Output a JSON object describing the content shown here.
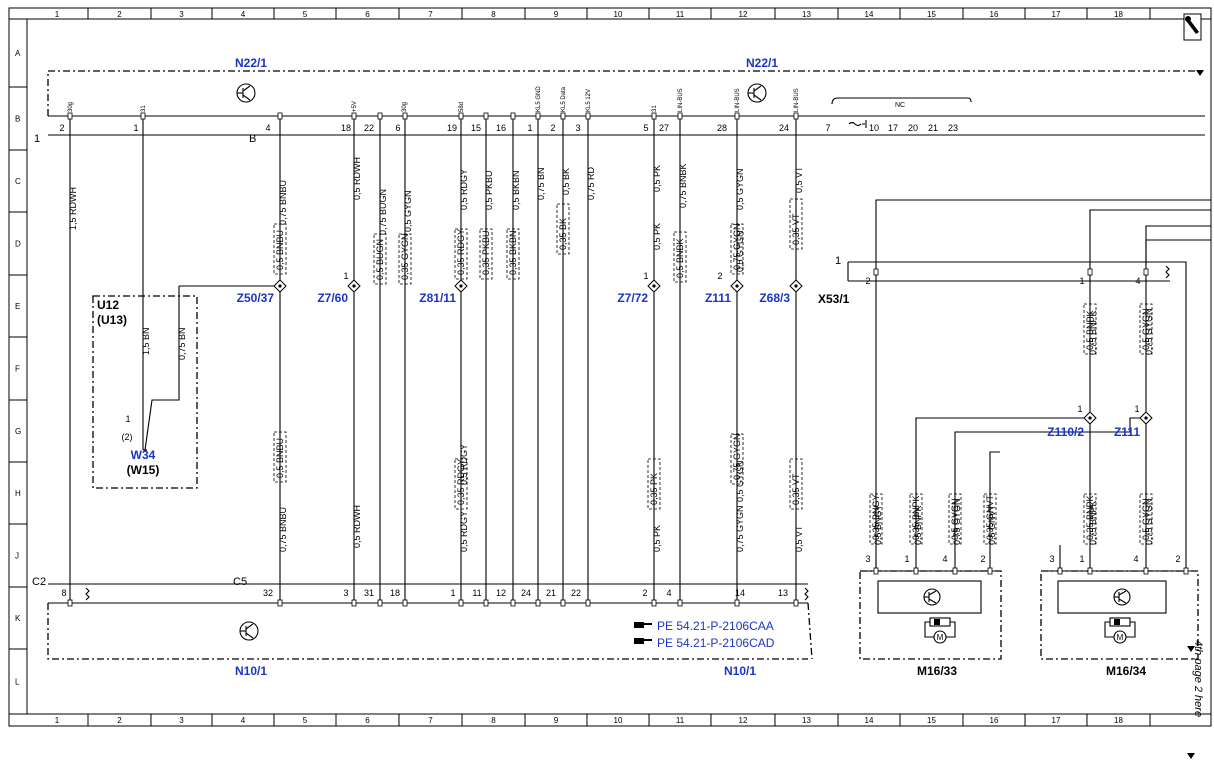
{
  "grid": {
    "cols": [
      "1",
      "2",
      "3",
      "4",
      "5",
      "6",
      "7",
      "8",
      "9",
      "10",
      "11",
      "12",
      "13",
      "14",
      "15",
      "16",
      "17",
      "18"
    ],
    "rows": [
      "A",
      "B",
      "C",
      "D",
      "E",
      "F",
      "G",
      "H",
      "J",
      "K",
      "L"
    ]
  },
  "components": {
    "n22_left": "N22/1",
    "n22_right": "N22/1",
    "n10_left": "N10/1",
    "n10_right": "N10/1",
    "u12": "U12",
    "u13": "(U13)",
    "w34": "W34",
    "w15": "(W15)",
    "x53": "X53/1",
    "m1633": "M16/33",
    "m1634": "M16/34",
    "c2": "C2",
    "c5": "C5",
    "conn1": "1",
    "connB": "B",
    "x53_pin": "1"
  },
  "refs": {
    "ref1": "PE 54.21-P-2106CAA",
    "ref2": "PE 54.21-P-2106CAD"
  },
  "page_note": "4th page 2 here",
  "nc_label": "NC",
  "pins_top": [
    "2",
    "1",
    "4",
    "18",
    "22",
    "6",
    "19",
    "15",
    "16",
    "1",
    "2",
    "3",
    "5",
    "27",
    "28",
    "24",
    "7",
    "10",
    "17",
    "20",
    "21",
    "23"
  ],
  "pin_labels_top": [
    "30g",
    "31",
    "+5V",
    "30g",
    "58d",
    "KL5 GND",
    "KL5 Data",
    "KL5 12V",
    "31",
    "LIN-BUS",
    "LIN-BUS",
    "LIN-BUS"
  ],
  "pins_bottom": [
    "8",
    "32",
    "3",
    "31",
    "18",
    "1",
    "11",
    "12",
    "24",
    "21",
    "22",
    "2",
    "4",
    "14",
    "13"
  ],
  "splices": [
    "Z50/37",
    "Z7/60",
    "Z81/11",
    "Z7/72",
    "Z111",
    "Z68/3",
    "Z110/2",
    "Z111"
  ],
  "splice_pins": [
    "1",
    "1",
    "2"
  ],
  "x53_pins": [
    "2",
    "1",
    "4"
  ],
  "z_pins": [
    "1",
    "1"
  ],
  "w34_pins": [
    "1",
    "(2)"
  ],
  "motor_pins": [
    "3",
    "1",
    "4",
    "2",
    "3",
    "1",
    "4",
    "2"
  ],
  "wires": {
    "w_30g": "1,5 RDWH",
    "w_u12a": "1,5 BN",
    "w_u12b": "0,75 BN",
    "w_bnbu_t": "0,75 BNBU",
    "w_bnbu_d": "0,5 BNBU",
    "w_bnbu_g": "0,5 BNBU",
    "w_bnbu_j": "0,75 BNBU",
    "w_rdwh_t": "0,5 RDWH",
    "w_rdwh_b": "0,5 RDWH",
    "w_bugn_t": "0,75 BUGN",
    "w_bugn_d": "0,5 BUGN",
    "w_gygn_t": "0,5 GYGN",
    "w_gygn_d": "0,35 GYGN",
    "w_rdgy_t": "0,5 RDGY",
    "w_rdgy_d": "0,35 RDGY",
    "w_rdgy_g": "0,5 RDGY",
    "w_rdgy_h": "0,35 RDGY",
    "w_rdgy_j": "0,5 RDGY",
    "w_pkbu_t": "0,5 PKBU",
    "w_pkbu_d": "0,35 PKBU",
    "w_bkbn_t": "0,5 BKBN",
    "w_bkbn_d": "0,35 BKBN",
    "w_bn": "0,75 BN",
    "w_bk_t": "0,5 BK",
    "w_bk_d": "0,35 BK",
    "w_rd": "0,75 RD",
    "w_pk_t": "0,5 PK",
    "w_pk_g": "0,5 PK",
    "w_pk_h": "0,35 PK",
    "w_pk_j": "0,5 PK",
    "w_bnbk_t": "0,75 BNBK",
    "w_bnbk_d": "0,5 BNBK",
    "w_gygn2_t": "0,5 GYGN",
    "w_gygn2_d1": "0,75 GYGN",
    "w_gygn2_d2": "0,5 GYGN",
    "w_gygn2_g": "0,75 GYGN",
    "w_gygn2_h1": "0,75 GYGN",
    "w_gygn2_h2": "0,5 GYGN",
    "w_gygn2_j": "0,75 GYGN",
    "w_vt_t": "0,5 VT",
    "w_vt_d": "0,35 VT",
    "w_vt_h": "0,35 VT",
    "w_vt_j": "0,5 VT",
    "w_bnpk1": "0,75 BNPK",
    "w_bnpk2": "0,5 BNPK",
    "w_gygn3": "0,75 GYGN",
    "w_gygn4": "0,5 GYGN",
    "w_m_bngy1": "0,5 BNGY",
    "w_m_bngy2": "0,35 BNGY",
    "w_m_bnpk1": "0,5 BNPK",
    "w_m_bnpk2": "0,35 BNPK",
    "w_m_gygn1": "0,75 GYGN",
    "w_m_gygn2": "0,5 GYGN",
    "w_m_gnvt1": "0,5 GNVT",
    "w_m_gnvt2": "0,35 GNVT",
    "w_m2_bnpk1": "0,75 BNPK",
    "w_m2_bnpk2": "0,35 BNPK",
    "w_m2_gygn1": "0,75 GYGN",
    "w_m2_gygn2": "0,5 GYGN"
  },
  "colors": {
    "ink": "#000000",
    "label_blue": "#1a35c8",
    "background": "#ffffff"
  },
  "icons": [
    "transistor-icon",
    "motor-icon",
    "reference-hand-icon",
    "corner-tool-icon"
  ]
}
